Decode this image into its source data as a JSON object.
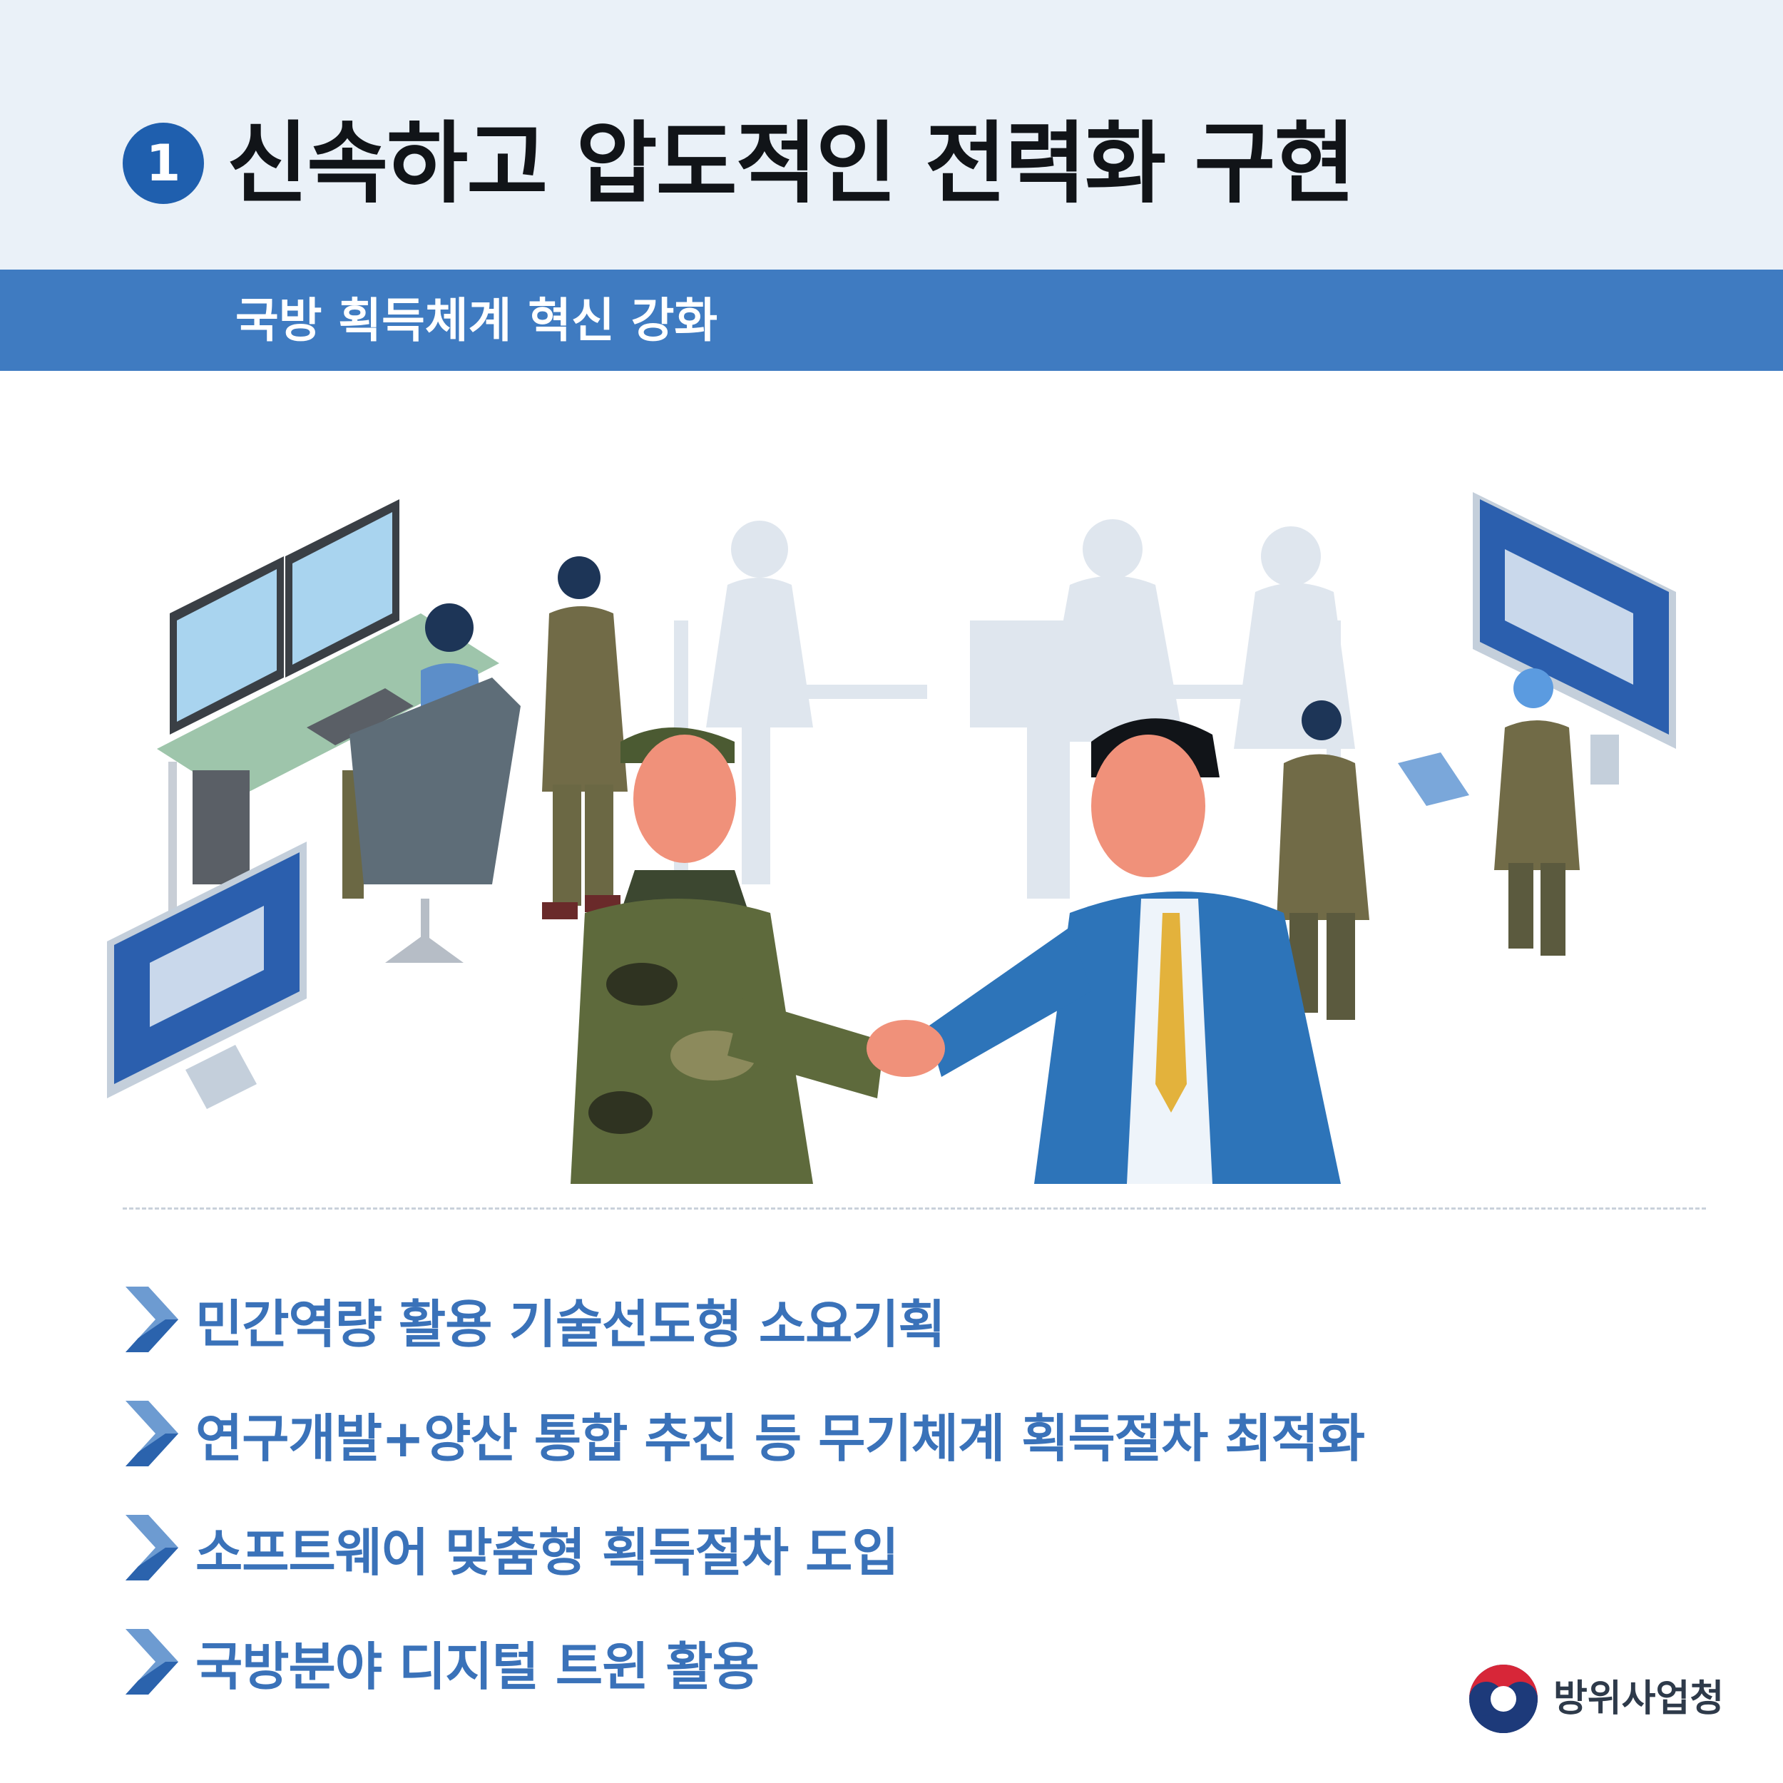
{
  "header": {
    "number": "1",
    "title": "신속하고 압도적인 전력화 구현",
    "subtitle": "국방 획득체계 혁신 강화"
  },
  "items": [
    "민간역량 활용 기술선도형 소요기획",
    "연구개발+양산 통합 추진 등 무기체계 획득절차 최적화",
    "소프트웨어 맞춤형 획득절차 도입",
    "국방분야 디지털 트윈 활용"
  ],
  "footer": {
    "organization": "방위사업청"
  },
  "colors": {
    "header_bg": "#eaf1f8",
    "accent_blue": "#3f7bc1",
    "number_blue": "#1f5fae",
    "item_text": "#3a72b9",
    "title_text": "#111418"
  }
}
